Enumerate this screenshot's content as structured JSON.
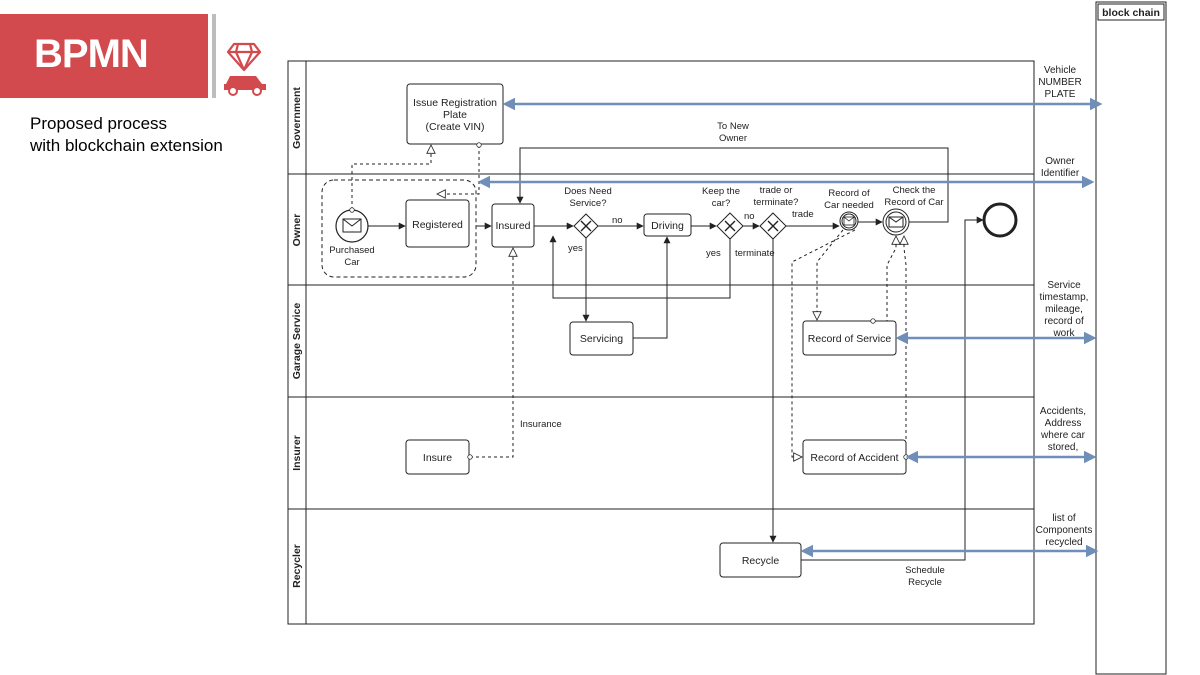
{
  "header": {
    "title": "BPMN",
    "subtitle_line1": "Proposed process",
    "subtitle_line2": "with blockchain extension",
    "accent_color": "#d24a4e",
    "logo_icon": "diamond-car-icon"
  },
  "blockchain": {
    "label": "block chain"
  },
  "lanes": {
    "government": "Government",
    "owner": "Owner",
    "garage": "Garage Service",
    "insurer": "Insurer",
    "recycler": "Recycler"
  },
  "tasks": {
    "issue_line1": "Issue Registration",
    "issue_line2": "Plate",
    "issue_line3": "(Create VIN)",
    "registered": "Registered",
    "insured": "Insured",
    "driving": "Driving",
    "servicing": "Servicing",
    "record_service": "Record of Service",
    "insure": "Insure",
    "record_accident": "Record of Accident",
    "recycle": "Recycle"
  },
  "events": {
    "purchased_line1": "Purchased",
    "purchased_line2": "Car",
    "record_needed_line1": "Record of",
    "record_needed_line2": "Car needed",
    "check_record_line1": "Check the",
    "check_record_line2": "Record of Car"
  },
  "gateways": {
    "service_q_line1": "Does Need",
    "service_q_line2": "Service?",
    "keep_q_line1": "Keep the",
    "keep_q_line2": "car?",
    "trade_q_line1": "trade or",
    "trade_q_line2": "terminate?"
  },
  "flow_labels": {
    "no1": "no",
    "yes1": "yes",
    "no2": "no",
    "yes2": "yes",
    "trade": "trade",
    "terminate": "terminate",
    "to_new_owner_line1": "To New",
    "to_new_owner_line2": "Owner",
    "insurance": "Insurance",
    "schedule_line1": "Schedule",
    "schedule_line2": "Recycle"
  },
  "side_notes": {
    "vehicle_line1": "Vehicle",
    "vehicle_line2": "NUMBER",
    "vehicle_line3": "PLATE",
    "owner_line1": "Owner",
    "owner_line2": "Identifier",
    "service_line1": "Service",
    "service_line2": "timestamp,",
    "service_line3": "mileage,",
    "service_line4": "record of",
    "service_line5": "work",
    "accident_line1": "Accidents,",
    "accident_line2": "Address",
    "accident_line3": "where car",
    "accident_line4": "stored,",
    "components_line1": "list of",
    "components_line2": "Components",
    "components_line3": "recycled"
  },
  "colors": {
    "blockchain_arrow": "#6f8fb9",
    "line": "#222222"
  }
}
